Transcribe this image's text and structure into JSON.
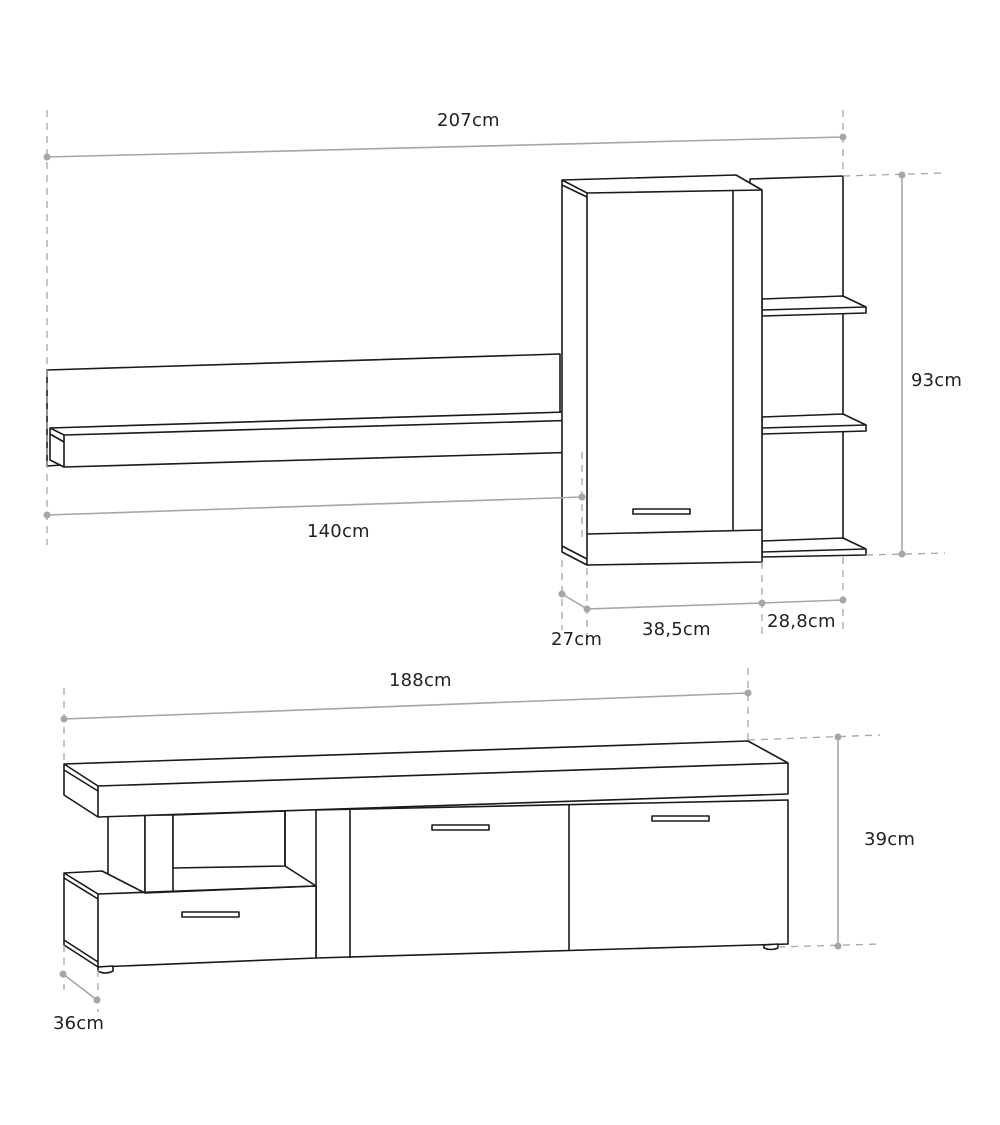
{
  "diagram": {
    "type": "furniture-dimension-drawing",
    "wall_unit": {
      "dimensions": {
        "total_width": "207cm",
        "shelf_width": "140cm",
        "height": "93cm",
        "depth": "27cm",
        "cabinet_width": "38,5cm",
        "side_shelf_width": "28,8cm"
      }
    },
    "tv_stand": {
      "dimensions": {
        "total_width": "188cm",
        "height": "39cm",
        "depth": "36cm"
      }
    },
    "colors": {
      "outline": "#1a1a1a",
      "dimension_line": "#a6a6a6",
      "background": "#ffffff"
    }
  }
}
